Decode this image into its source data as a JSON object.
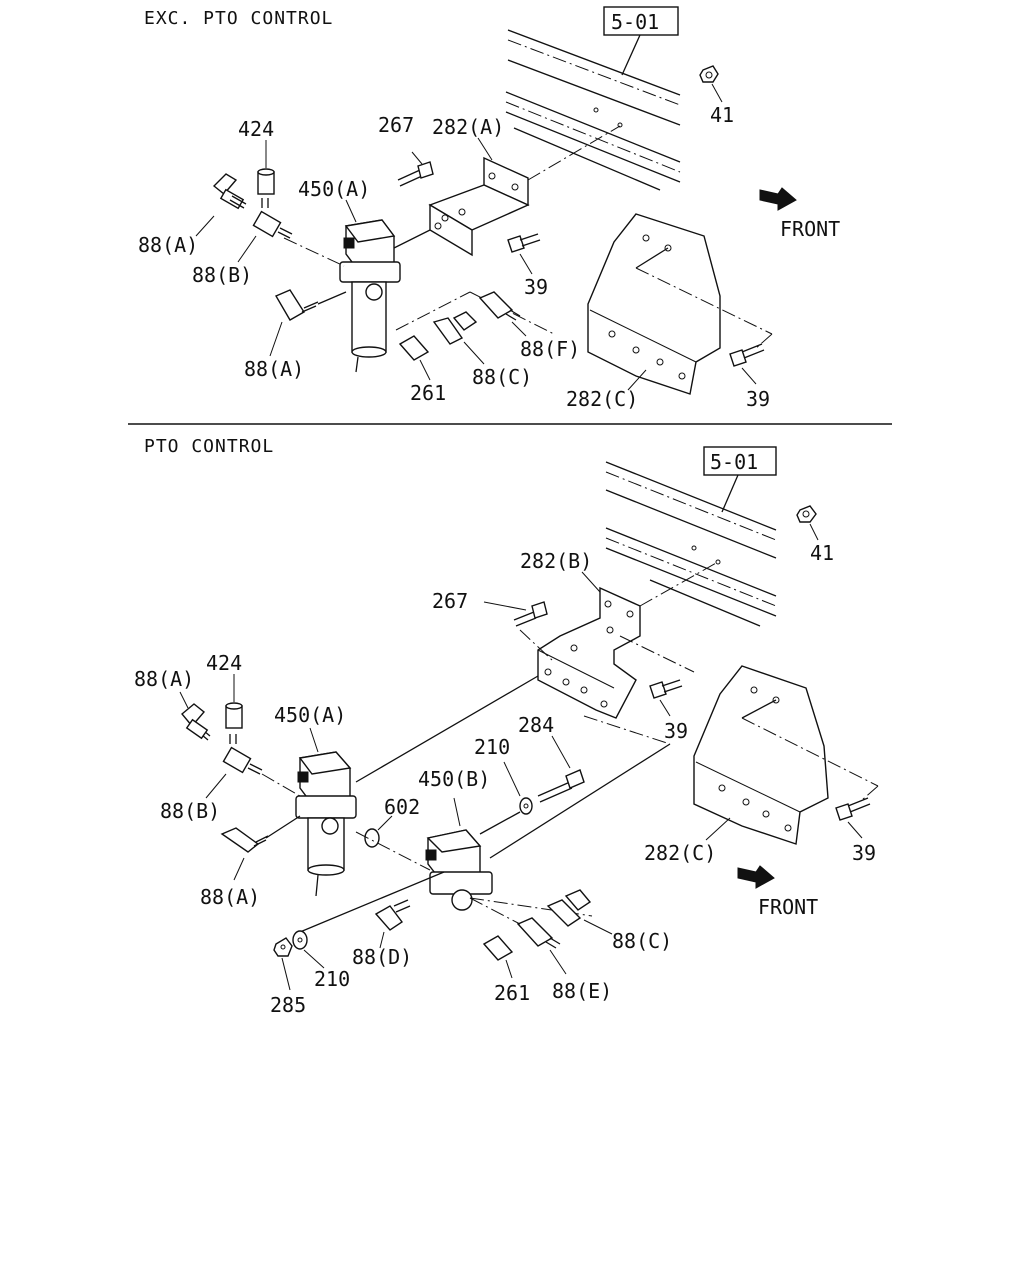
{
  "sections": {
    "top_title": "EXC. PTO CONTROL",
    "bottom_title": "PTO CONTROL"
  },
  "top": {
    "ref_box": "5-01",
    "labels": {
      "l41": "41",
      "l424": "424",
      "l267": "267",
      "l282a": "282(A)",
      "l450a": "450(A)",
      "l88a_1": "88(A)",
      "l88b": "88(B)",
      "l39_1": "39",
      "l88a_2": "88(A)",
      "l88f": "88(F)",
      "l88c": "88(C)",
      "l261": "261",
      "l282c": "282(C)",
      "l39_2": "39",
      "front": "FRONT"
    }
  },
  "bottom": {
    "ref_box": "5-01",
    "labels": {
      "l41": "41",
      "l282b": "282(B)",
      "l267": "267",
      "l88a_1": "88(A)",
      "l424": "424",
      "l450a": "450(A)",
      "l39_1": "39",
      "l284": "284",
      "l210_1": "210",
      "l450b": "450(B)",
      "l602": "602",
      "l88b": "88(B)",
      "l88a_2": "88(A)",
      "l282c": "282(C)",
      "l39_2": "39",
      "front": "FRONT",
      "l88c": "88(C)",
      "l88d": "88(D)",
      "l88e": "88(E)",
      "l261": "261",
      "l210_2": "210",
      "l285": "285"
    }
  },
  "icons": {
    "front_arrow": "front-arrow-icon"
  }
}
